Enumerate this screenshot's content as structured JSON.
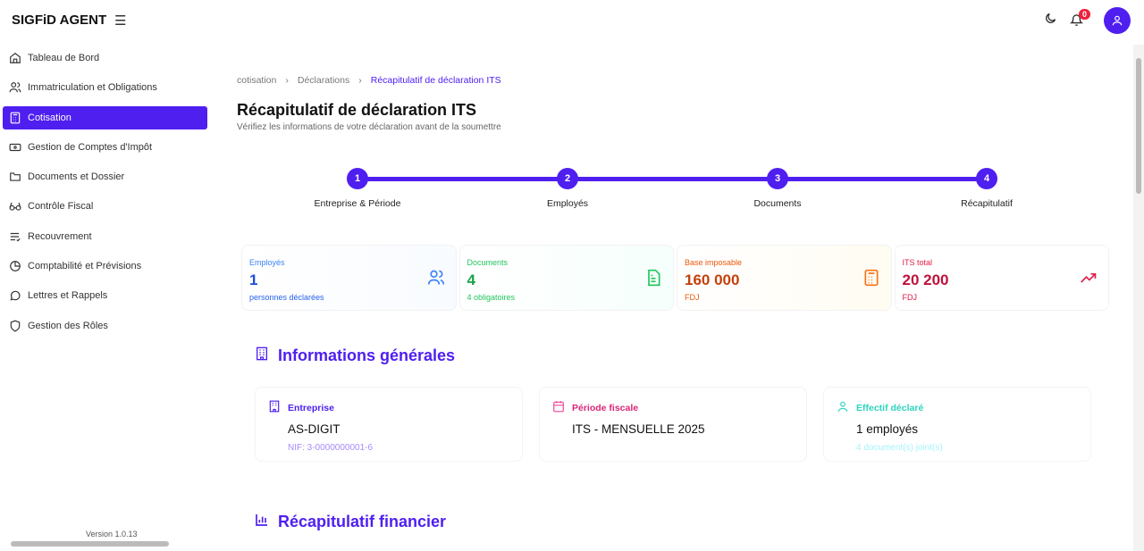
{
  "app": {
    "brand": "SIGFiD AGENT",
    "version": "Version 1.0.13",
    "notifications": "0"
  },
  "sidebar": {
    "items": [
      {
        "label": "Tableau de Bord",
        "icon": "home-icon"
      },
      {
        "label": "Immatriculation et Obligations",
        "icon": "users-icon"
      },
      {
        "label": "Cotisation",
        "icon": "calculator-icon",
        "active": true
      },
      {
        "label": "Gestion de Comptes d'Impôt",
        "icon": "banknote-icon"
      },
      {
        "label": "Documents et Dossier",
        "icon": "folder-icon"
      },
      {
        "label": "Contrôle Fiscal",
        "icon": "glasses-icon"
      },
      {
        "label": "Recouvrement",
        "icon": "list-check-icon"
      },
      {
        "label": "Comptabilité et Prévisions",
        "icon": "pie-chart-icon"
      },
      {
        "label": "Lettres et Rappels",
        "icon": "message-icon"
      },
      {
        "label": "Gestion des Rôles",
        "icon": "shield-icon"
      }
    ]
  },
  "breadcrumb": [
    "cotisation",
    "Déclarations",
    "Récapitulatif de déclaration ITS"
  ],
  "page": {
    "title": "Récapitulatif de déclaration ITS",
    "subtitle": "Vérifiez les informations de votre déclaration avant de la soumettre"
  },
  "steps": [
    {
      "n": "1",
      "label": "Entreprise & Période"
    },
    {
      "n": "2",
      "label": "Employés"
    },
    {
      "n": "3",
      "label": "Documents"
    },
    {
      "n": "4",
      "label": "Récapitulatif"
    }
  ],
  "stats": [
    {
      "title": "Employés",
      "value": "1",
      "sub": "personnes déclarées",
      "color": "#2563eb",
      "icon": "users-icon"
    },
    {
      "title": "Documents",
      "value": "4",
      "sub": "4 obligatoires",
      "color": "#16a34a",
      "icon": "file-icon"
    },
    {
      "title": "Base imposable",
      "value": "160 000",
      "sub": "FDJ",
      "color": "#c2410c",
      "icon": "calculator-icon"
    },
    {
      "title": "ITS total",
      "value": "20 200",
      "sub": "FDJ",
      "color": "#be123c",
      "icon": "trending-up-icon"
    }
  ],
  "sections": {
    "general": "Informations générales",
    "financial": "Récapitulatif financier"
  },
  "info": [
    {
      "label": "Entreprise",
      "value": "AS-DIGIT",
      "note": "NIF: 3-0000000001-6",
      "color": "#4f1ff0"
    },
    {
      "label": "Période fiscale",
      "value": "ITS - MENSUELLE 2025",
      "note": "",
      "color": "#db2777"
    },
    {
      "label": "Effectif déclaré",
      "value": "1 employés",
      "note": "4 document(s) joint(s)",
      "color": "#2dd4bf"
    }
  ]
}
